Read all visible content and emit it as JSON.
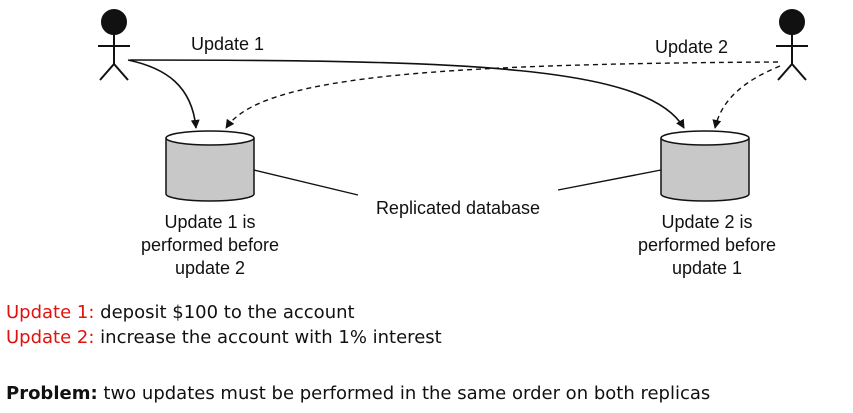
{
  "diagram": {
    "update1_label": "Update 1",
    "update2_label": "Update 2",
    "replicated_label": "Replicated database",
    "left_caption": [
      "Update 1 is",
      "performed before",
      "update 2"
    ],
    "right_caption": [
      "Update 2 is",
      "performed before",
      "update 1"
    ],
    "icons": [
      "user-icon",
      "user-icon",
      "database-icon",
      "database-icon"
    ],
    "colors": {
      "stroke": "#111111",
      "db_fill": "#c8c8c8",
      "db_top": "#ffffff"
    }
  },
  "notes": {
    "update1_key": "Update 1:",
    "update1_text": "deposit $100 to the account",
    "update2_key": "Update 2:",
    "update2_text": "increase the account with 1% interest",
    "key_color": "#e0120e"
  },
  "problem": {
    "label": "Problem:",
    "text": "two updates must be performed in the same order on both replicas"
  }
}
